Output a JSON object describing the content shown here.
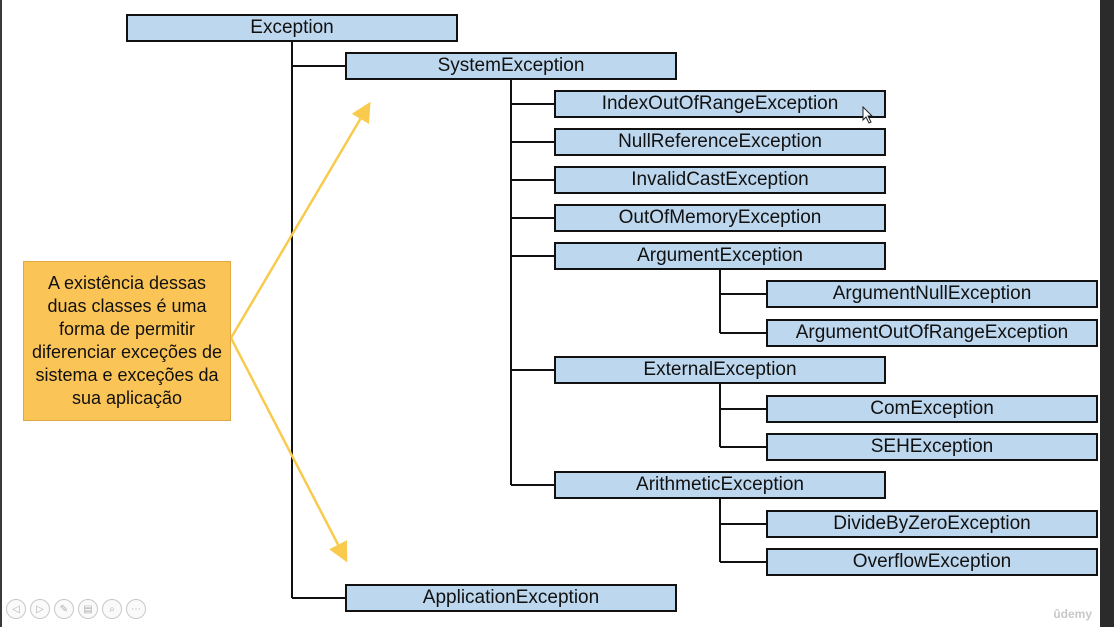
{
  "diagram": {
    "root": "Exception",
    "level1": [
      "SystemException",
      "ApplicationException"
    ],
    "system_children": [
      "IndexOutOfRangeException",
      "NullReferenceException",
      "InvalidCastException",
      "OutOfMemoryException",
      "ArgumentException",
      "ExternalException",
      "ArithmeticException"
    ],
    "argument_children": [
      "ArgumentNullException",
      "ArgumentOutOfRangeException"
    ],
    "external_children": [
      "ComException",
      "SEHException"
    ],
    "arithmetic_children": [
      "DivideByZeroException",
      "OverflowException"
    ]
  },
  "note": "A existência dessas duas classes é uma forma de permitir diferenciar exceções de sistema e exceções da sua aplicação",
  "colors": {
    "node_fill": "#bdd7ee",
    "note_fill": "#fbc457",
    "arrow": "#f8cb4e",
    "line": "#111111"
  },
  "player_controls": {
    "icons": [
      "previous-icon",
      "next-icon",
      "pen-icon",
      "slides-icon",
      "zoom-icon",
      "more-icon"
    ]
  },
  "watermark": "ûdemy"
}
